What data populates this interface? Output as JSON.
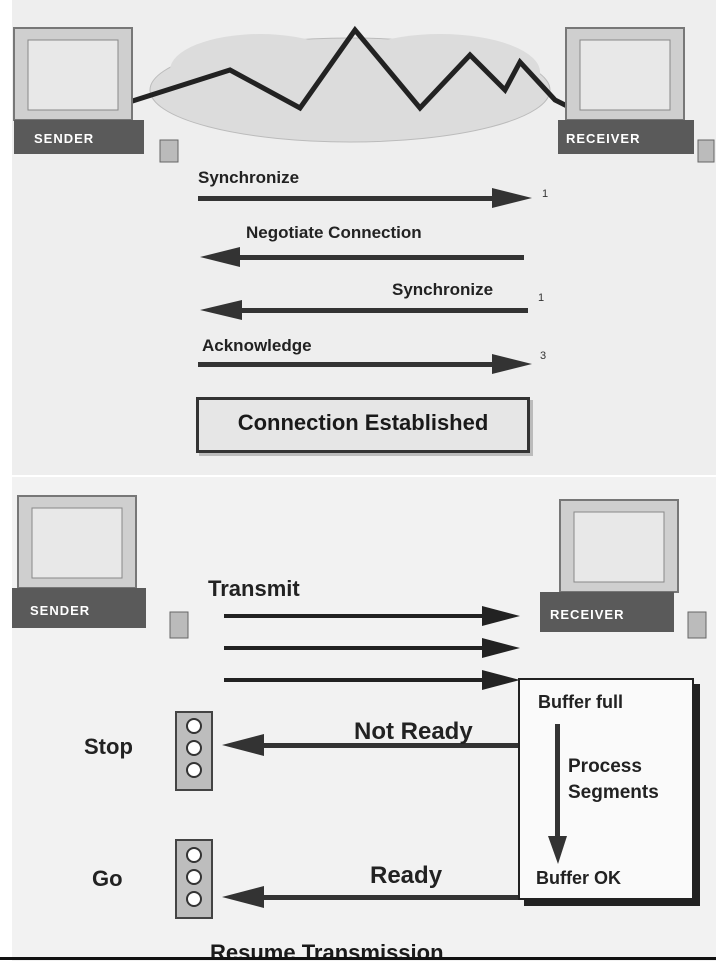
{
  "handshake": {
    "sender_label": "SENDER",
    "receiver_label": "RECEIVER",
    "steps": [
      {
        "label": "Synchronize",
        "direction": "right",
        "number": "1"
      },
      {
        "label": "Negotiate Connection",
        "direction": "left",
        "number": ""
      },
      {
        "label": "Synchronize",
        "direction": "left",
        "number": "1"
      },
      {
        "label": "Acknowledge",
        "direction": "right",
        "number": "3"
      }
    ],
    "result": "Connection Established"
  },
  "flow_control": {
    "sender_label": "SENDER",
    "receiver_label": "RECEIVER",
    "transmit_label": "Transmit",
    "stop_label": "Stop",
    "go_label": "Go",
    "not_ready_label": "Not Ready",
    "ready_label": "Ready",
    "buffer_full": "Buffer full",
    "process_line1": "Process",
    "process_line2": "Segments",
    "buffer_ok": "Buffer OK",
    "resume_label": "Resume Transmission"
  },
  "colors": {
    "arrow": "#333333",
    "panel": "#eeeeee"
  }
}
